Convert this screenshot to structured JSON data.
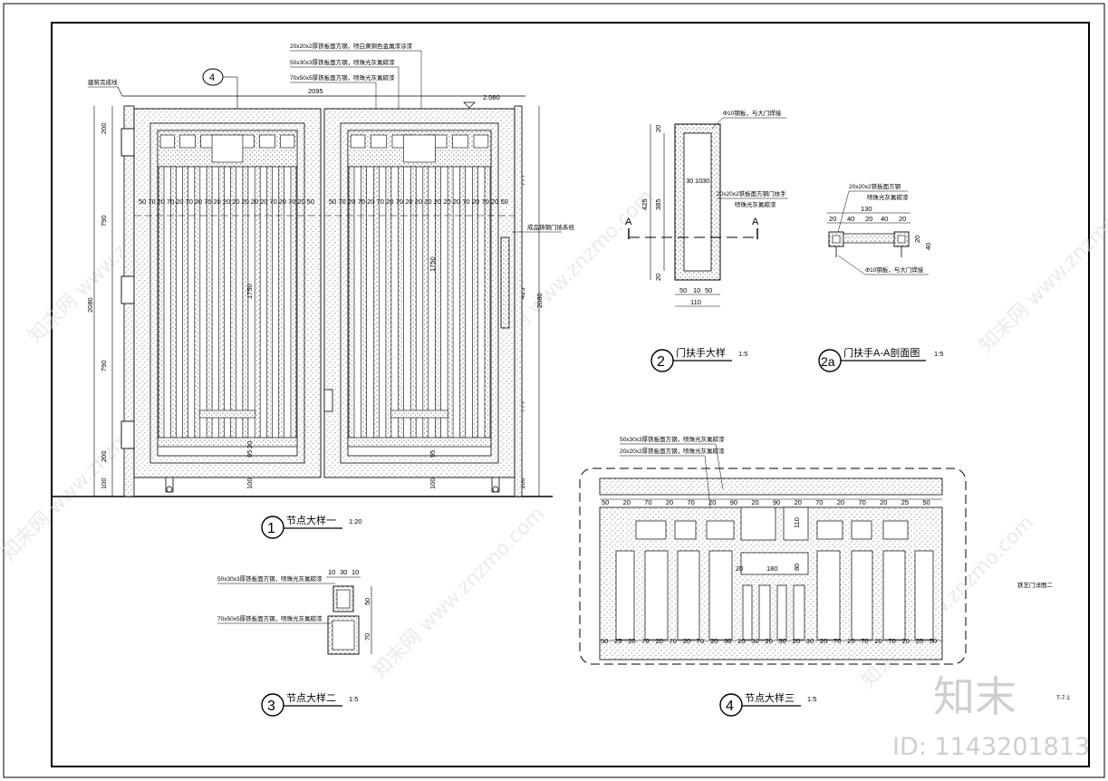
{
  "detail1": {
    "top_notes": [
      "20x20x2厚铁板面方钢，喷白黄铜色金属漆涂漆",
      "50x30x3厚铁板面方钢，喷珠光灰氟碳漆",
      "70x50x5厚铁板面方钢，喷珠光灰氟碳漆"
    ],
    "left_note": "建筑完成线",
    "callout": "4",
    "width_dim": "2095",
    "level": "2.080",
    "left_dims": [
      "200",
      "790",
      "2080",
      "790",
      "200",
      "100"
    ],
    "right_dims": [
      "777",
      "425",
      "2080",
      "777",
      "100"
    ],
    "handle_note": "成品铸钢门插系统",
    "bar_dims": [
      "50",
      "70",
      "20",
      "70",
      "20",
      "70",
      "20",
      "70",
      "20",
      "20",
      "20",
      "20",
      "20",
      "20",
      "70",
      "20",
      "70",
      "20",
      "50"
    ],
    "inner_dims": [
      "1750",
      "95",
      "20",
      "70",
      "100"
    ],
    "number": "1",
    "title": "节点大样一",
    "scale": "1:20"
  },
  "detail2": {
    "note_top": "Φ10钢板，与大门焊接",
    "note_mid": "20x20x2铁板面方钢门扶手",
    "note_mid2": "喷珠光灰氟碳漆",
    "section_label": "A",
    "dims_v": [
      "425",
      "385",
      "20",
      "20"
    ],
    "dims_top": [
      "30",
      "10",
      "30"
    ],
    "dims_bottom": [
      "50",
      "10",
      "50"
    ],
    "dim_total": "110",
    "number": "2",
    "title": "门扶手大样",
    "scale": "1:5"
  },
  "detail2a": {
    "note_top": "20x20x2铁板面方钢",
    "note_top2": "喷珠光灰氟碳漆",
    "note_bottom": "Φ10钢板，与大门焊接",
    "dim_total": "130",
    "dims": [
      "20",
      "40",
      "20",
      "40",
      "20"
    ],
    "dims_v": [
      "20",
      "40"
    ],
    "number": "2a",
    "title": "门扶手A-A剖面图",
    "scale": "1:5"
  },
  "detail3": {
    "notes": [
      "50x30x3厚铁板面方钢，喷珠光灰氟碳漆",
      "70x50x5厚铁板面方钢，喷珠光灰氟碳漆"
    ],
    "dims_top": [
      "10",
      "30",
      "10"
    ],
    "dims_v": [
      "50",
      "70"
    ],
    "number": "3",
    "title": "节点大样二",
    "scale": "1:5"
  },
  "detail4": {
    "notes": [
      "50x30x3厚铁板面方钢，喷珠光灰氟碳漆",
      "20x20x2厚铁板面方钢，喷珠光灰氟碳漆"
    ],
    "top_dims": [
      "50",
      "20",
      "70",
      "20",
      "70",
      "20",
      "90",
      "20",
      "90",
      "20",
      "70",
      "20",
      "70",
      "20",
      "25",
      "50"
    ],
    "bottom_dims": [
      "50",
      "25",
      "20",
      "70",
      "20",
      "70",
      "20",
      "70",
      "20",
      "30",
      "20",
      "30",
      "20",
      "30",
      "20",
      "30",
      "20",
      "70",
      "20",
      "70",
      "20",
      "70",
      "20",
      "25",
      "50"
    ],
    "center_dims": [
      "180",
      "80",
      "110",
      "20"
    ],
    "number": "4",
    "title": "节点大样三",
    "scale": "1:5"
  },
  "sheet_title": "铁艺门详图二",
  "sheet_code": "T-7.1",
  "brand": "知末",
  "id_text": "ID: 1143201813",
  "watermark": "知末网 www.znzmo.com",
  "colors": {
    "line": "#000000",
    "hatch": "#666666",
    "watermark": "#d9d9d9"
  }
}
